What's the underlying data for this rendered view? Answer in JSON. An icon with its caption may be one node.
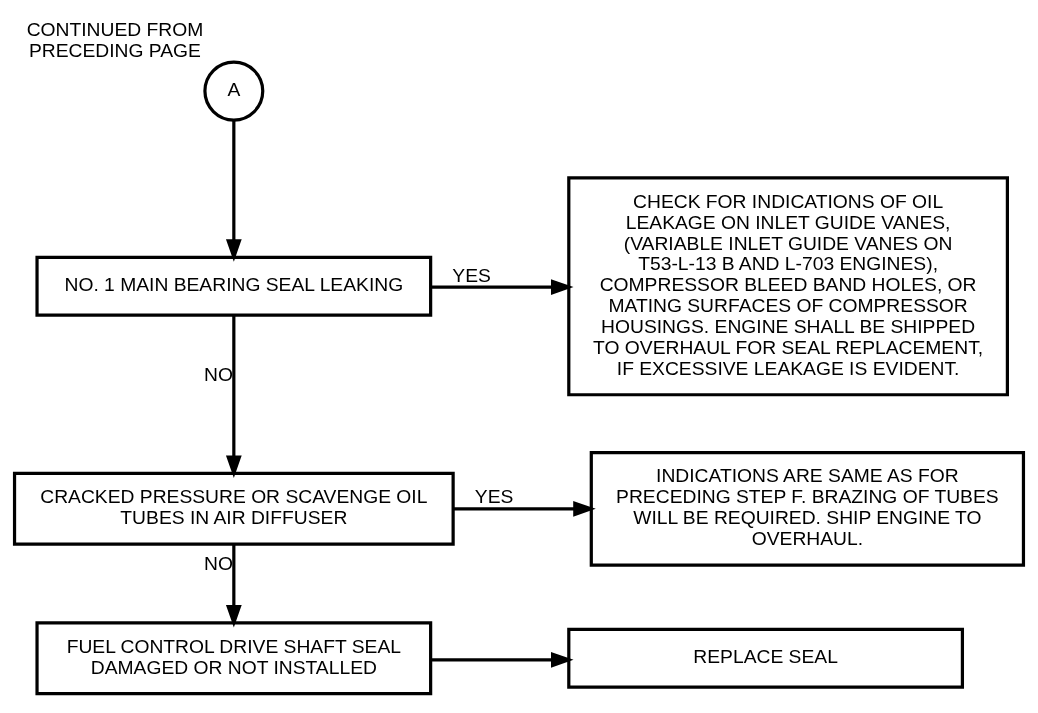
{
  "diagram": {
    "nodes": [
      {
        "text": [
          "A"
        ],
        "beside": [
          "CONTINUED FROM PRECEDING PAGE"
        ]
      },
      {
        "text": [
          "NO. 1 MAIN BEARING SEAL LEAKING"
        ]
      },
      {
        "text": [
          "CHECK FOR INDICATIONS OF OIL LEAKAGE ON INLET GUIDE VANES, (VARIABLE INLET GUIDE VANES ON T53-L-13 B AND L-703 ENGINES), COMPRESSOR BLEED BAND HOLES, OR MATING SURFACES OF COMPRESSOR HOUSINGS. ENGINE SHALL BE SHIPPED TO OVERHAUL FOR SEAL REPLACEMENT, IF EXCESSIVE LEAKAGE IS EVIDENT."
        ]
      },
      {
        "text": [
          "CRACKED PRESSURE OR SCAVENGE OIL TUBES IN AIR DIFFUSER"
        ]
      },
      {
        "text": [
          "INDICATIONS ARE SAME AS FOR PRECEDING STEP F. BRAZING OF TUBES WILL BE REQUIRED. SHIP ENGINE TO OVERHAUL."
        ]
      },
      {
        "text": [
          "FUEL CONTROL DRIVE SHAFT SEAL DAMAGED OR NOT INSTALLED"
        ]
      },
      {
        "text": [
          "REPLACE SEAL"
        ]
      }
    ],
    "edges": [
      {
        "from": 0,
        "to": 1,
        "arrow": "to"
      },
      {
        "from": 1,
        "to": 2,
        "arrow": "to",
        "label": "YES"
      },
      {
        "from": 1,
        "to": 3,
        "arrow": "to",
        "label": "NO"
      },
      {
        "from": 3,
        "to": 4,
        "arrow": "to",
        "label": "YES"
      },
      {
        "from": 3,
        "to": 5,
        "arrow": "to",
        "label": "NO"
      },
      {
        "from": 5,
        "to": 6,
        "arrow": "to"
      }
    ]
  }
}
